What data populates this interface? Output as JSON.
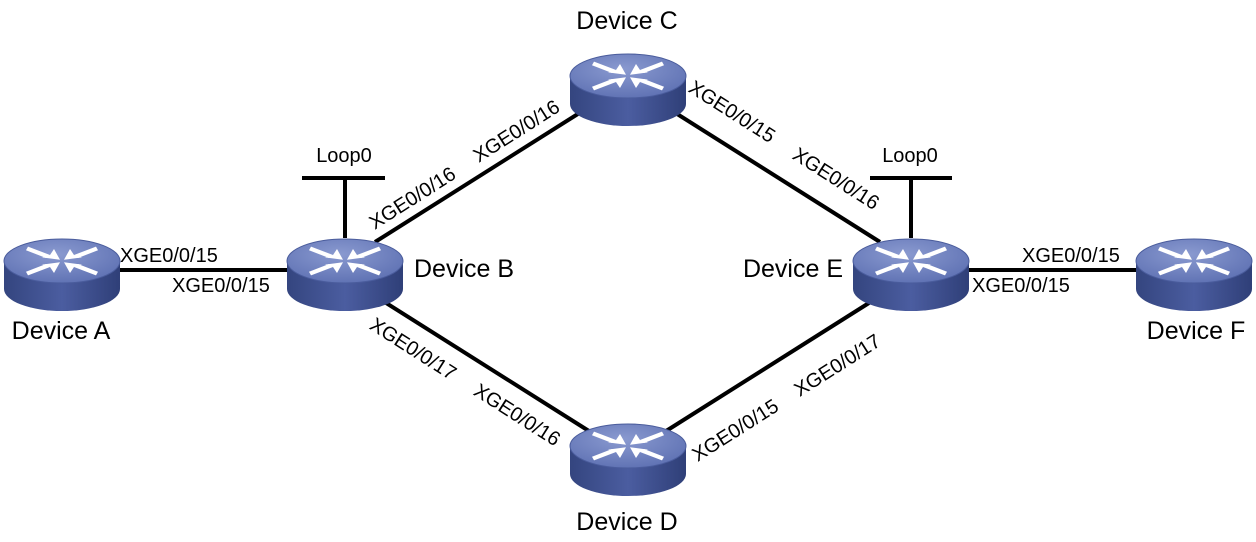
{
  "devices": {
    "a": "Device A",
    "b": "Device B",
    "c": "Device C",
    "d": "Device D",
    "e": "Device E",
    "f": "Device F"
  },
  "loopbacks": {
    "b": "Loop0",
    "e": "Loop0"
  },
  "ports": {
    "a_b_at_a": "XGE0/0/15",
    "a_b_at_b": "XGE0/0/15",
    "b_c_at_b": "XGE0/0/16",
    "b_c_at_c": "XGE0/0/16",
    "c_e_at_c": "XGE0/0/15",
    "c_e_at_e": "XGE0/0/16",
    "b_d_at_b": "XGE0/0/17",
    "b_d_at_d": "XGE0/0/16",
    "d_e_at_d": "XGE0/0/15",
    "d_e_at_e": "XGE0/0/17",
    "e_f_at_e": "XGE0/0/15",
    "e_f_at_f": "XGE0/0/15"
  },
  "colors": {
    "router_top": "#6b7fbe",
    "router_side": "#3b4d8f",
    "router_edge": "#2d3b73",
    "arrow": "#ffffff"
  }
}
